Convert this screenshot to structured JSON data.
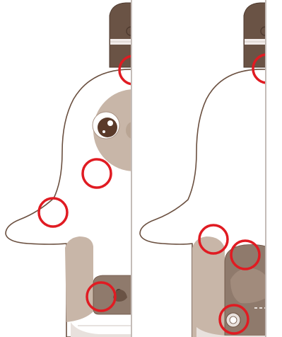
{
  "figure": {
    "panels": [
      {
        "view": "front-half",
        "highlighted_spots": 4
      },
      {
        "view": "back-half",
        "highlighted_spots": 4
      }
    ]
  },
  "colors": {
    "outline": "#6b5040",
    "body_fill": "#ffffff",
    "accent_body": "#c8b6a8",
    "accent_body_shadow": "#a89284",
    "ears_dark": "#6a5345",
    "eye_brown": "#5a3a2a",
    "snout": "#b9a594",
    "marker_red": "#e01b22",
    "band_white": "#f2ecea",
    "divider": "#8a7a72"
  },
  "icons": [
    "robot-head-top-icon",
    "eye-icon",
    "snout-icon",
    "foot-pad-icon",
    "charging-port-icon",
    "highlight-circle-icon"
  ]
}
